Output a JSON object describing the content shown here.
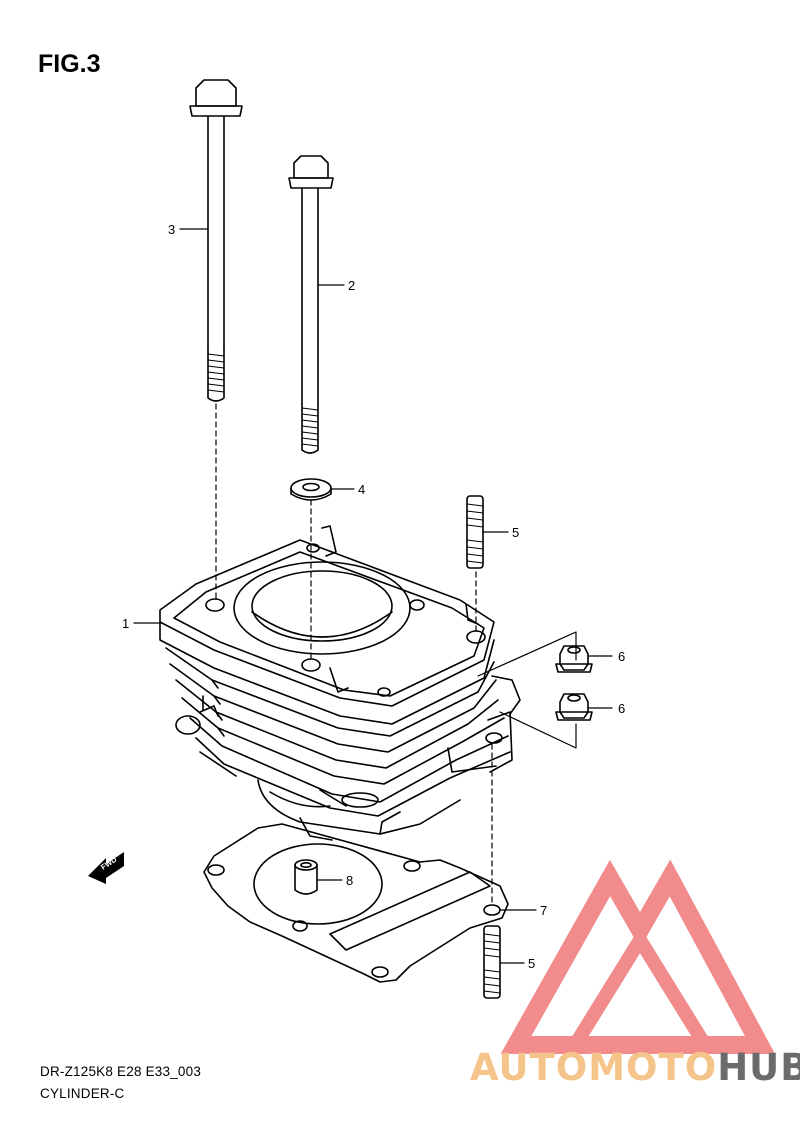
{
  "figure": {
    "title": "FIG.3"
  },
  "callouts": [
    {
      "id": "c1",
      "label": "1"
    },
    {
      "id": "c2",
      "label": "2"
    },
    {
      "id": "c3",
      "label": "3"
    },
    {
      "id": "c4",
      "label": "4"
    },
    {
      "id": "c5a",
      "label": "5"
    },
    {
      "id": "c5b",
      "label": "5"
    },
    {
      "id": "c6a",
      "label": "6"
    },
    {
      "id": "c6b",
      "label": "6"
    },
    {
      "id": "c7",
      "label": "7"
    },
    {
      "id": "c8",
      "label": "8"
    }
  ],
  "fwd_arrow": {
    "label": "FWD"
  },
  "footer": {
    "model_code": "DR-Z125K8 E28 E33_003",
    "section": "CYLINDER-C"
  },
  "watermark": {
    "part1": "AUTOMOTO",
    "part2": "HUB",
    "colors": {
      "primary": "#f07878",
      "secondary": "#f5c48a",
      "dark": "#6b6b6b"
    }
  }
}
